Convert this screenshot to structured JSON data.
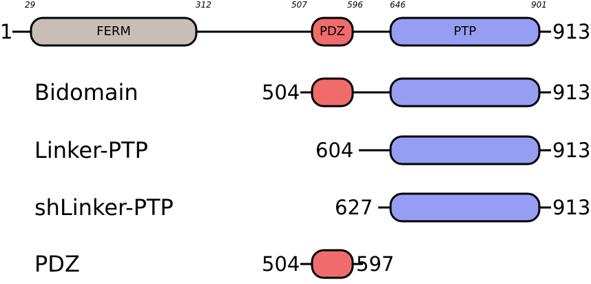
{
  "full_length": {
    "start": "1",
    "end": "913",
    "domains": [
      {
        "name": "FERM",
        "start_label": "29",
        "end_label": "312",
        "color": "#c9bdb7"
      },
      {
        "name": "PDZ",
        "start_label": "507",
        "end_label": "596",
        "color": "#f06b6b"
      },
      {
        "name": "PTP",
        "start_label": "646",
        "end_label": "901",
        "color": "#959ef3"
      }
    ]
  },
  "constructs": [
    {
      "name": "Bidomain",
      "start": "504",
      "end": "913"
    },
    {
      "name": "Linker-PTP",
      "start": "604",
      "end": "913"
    },
    {
      "name": "shLinker-PTP",
      "start": "627",
      "end": "913"
    },
    {
      "name": "PDZ",
      "start": "504",
      "end": "597"
    }
  ],
  "colors": {
    "line": "#000000",
    "ferm": "#c9bdb7",
    "pdz": "#f06b6b",
    "ptp": "#959ef3"
  }
}
